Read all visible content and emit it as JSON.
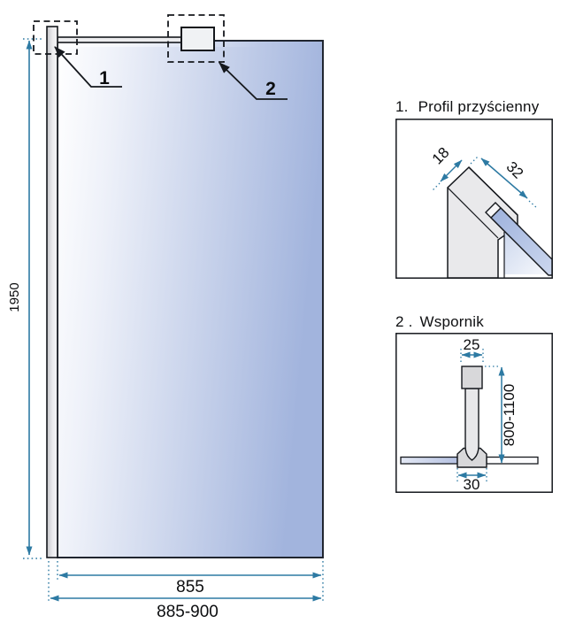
{
  "main_view": {
    "callout_1": "1",
    "callout_2": "2",
    "dim_height": "1950",
    "dim_glass_width": "855",
    "dim_total_width": "885-900"
  },
  "details": [
    {
      "number": "1.",
      "title": "Profil przyścienny",
      "dim_width": "18",
      "dim_depth": "32"
    },
    {
      "number": "2 .",
      "title": "Wspornik",
      "dim_top_width": "25",
      "dim_height_range": "800-1100",
      "dim_base_width": "30"
    }
  ],
  "colors": {
    "dimension_accent": "#2d7aa3",
    "glass_blue": "#a2b4dd",
    "outline": "#15181d",
    "profile_gray": "#e9e9eb"
  }
}
